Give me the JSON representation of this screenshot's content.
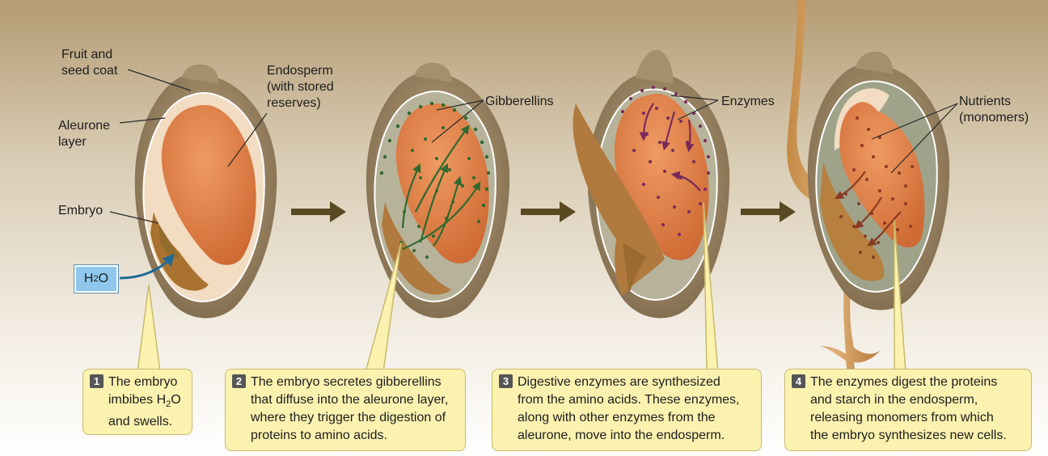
{
  "labels": {
    "fruit_seed_coat_1": "Fruit and",
    "fruit_seed_coat_2": "seed coat",
    "aleurone_1": "Aleurone",
    "aleurone_2": "layer",
    "embryo": "Embryo",
    "endosperm_1": "Endosperm",
    "endosperm_2": "(with stored",
    "endosperm_3": "reserves)",
    "gibberellins": "Gibberellins",
    "enzymes": "Enzymes",
    "nutrients_1": "Nutrients",
    "nutrients_2": "(monomers)",
    "h2o_main": "H",
    "h2o_sub": "2",
    "h2o_end": "O"
  },
  "steps": [
    {
      "number": "1",
      "l1": "The embryo",
      "l2a": "imbibes H",
      "l2sub": "2",
      "l2b": "O",
      "l3": "and swells."
    },
    {
      "number": "2",
      "l1": "The embryo secretes gibberellins",
      "l2": "that diffuse into the aleurone layer,",
      "l3": "where they trigger the digestion of",
      "l4": "proteins to amino acids."
    },
    {
      "number": "3",
      "l1": "Digestive enzymes are synthesized",
      "l2": "from the amino acids. These enzymes,",
      "l3": "along with other enzymes from the",
      "l4": "aleurone, move into the endosperm."
    },
    {
      "number": "4",
      "l1": "The enzymes digest the proteins",
      "l2": "and starch in the endosperm,",
      "l3": "releasing monomers from which",
      "l4": "the embryo synthesizes new cells."
    }
  ],
  "colors": {
    "background_top": "#b59d77",
    "background_bottom": "#ffffff",
    "seed_coat": "#9a8462",
    "aleurone": "#f2dcc2",
    "endosperm": "#e07e48",
    "embryo": "#b87a3a",
    "gibberellin_dots": "#2f6a2e",
    "enzyme_dots": "#7a2a5c",
    "nutrient_dots": "#8a3a22",
    "stage_arrow": "#5a4a22",
    "caption_fill": "#fbf2b0",
    "h2o_box": "#8fc8ec"
  }
}
